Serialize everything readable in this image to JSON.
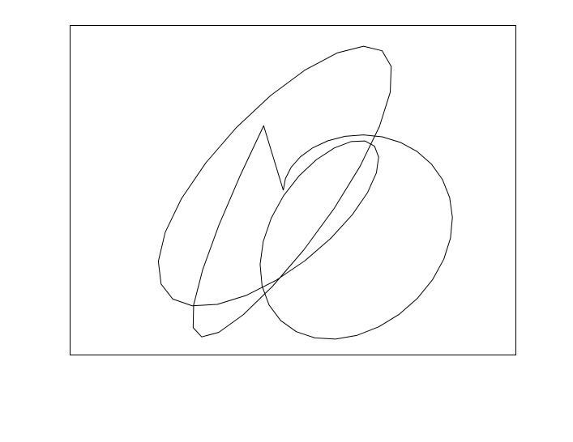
{
  "chart_data": {
    "type": "line",
    "title": "",
    "xlabel": "",
    "ylabel": "",
    "grid": false,
    "axes_visible": false,
    "frame": true,
    "legend": "none",
    "xlim": [
      -1.1,
      1.2
    ],
    "ylim": [
      -0.9,
      0.9
    ],
    "series": [
      {
        "name": "",
        "color": "#000000",
        "x": [
          0.0,
          0.0109,
          0.0406,
          0.0883,
          0.1524,
          0.2303,
          0.3186,
          0.4134,
          0.5101,
          0.6039,
          0.6901,
          0.764,
          0.8213,
          0.8584,
          0.8726,
          0.8626,
          0.8282,
          0.7707,
          0.6928,
          0.5985,
          0.4928,
          0.3811,
          0.2691,
          0.1625,
          0.0667,
          -0.0136,
          -0.0733,
          -0.1094,
          -0.1196,
          -0.1034,
          -0.0621,
          0.0009,
          0.0807,
          0.1706,
          0.2631,
          0.3494,
          0.4211,
          0.4707,
          0.4919,
          0.4806,
          0.4348,
          0.3553,
          0.2456,
          0.1118,
          -0.0378,
          -0.1923,
          -0.3404,
          -0.4702,
          -0.5702,
          -0.6307,
          -0.6447,
          -0.6091,
          -0.5252,
          -0.3991,
          -0.2413,
          -0.0654,
          0.1128,
          0.2777,
          0.4139,
          0.5096,
          0.5567,
          0.5518,
          0.4961,
          0.3959,
          0.2612,
          0.1053,
          -0.0563,
          -0.2072,
          -0.3326,
          -0.421,
          -0.4651,
          -0.4625,
          -0.416,
          -0.3328,
          -0.2235,
          -0.1013,
          0.0
        ],
        "y": [
          0.0,
          0.0637,
          0.1256,
          0.1828,
          0.2321,
          0.2704,
          0.2947,
          0.3025,
          0.2918,
          0.2616,
          0.2118,
          0.1434,
          0.0585,
          -0.0399,
          -0.148,
          -0.2618,
          -0.3767,
          -0.4878,
          -0.5896,
          -0.6773,
          -0.7462,
          -0.7926,
          -0.8133,
          -0.8067,
          -0.7725,
          -0.7118,
          -0.6274,
          -0.5234,
          -0.4052,
          -0.2791,
          -0.152,
          -0.0307,
          0.0779,
          0.1669,
          0.2308,
          0.2657,
          0.2693,
          0.2407,
          0.1815,
          0.0953,
          -0.0126,
          -0.1347,
          -0.2621,
          -0.3848,
          -0.4925,
          -0.5751,
          -0.6236,
          -0.6313,
          -0.5944,
          -0.5123,
          -0.3882,
          -0.2292,
          -0.0454,
          0.1506,
          0.3435,
          0.5174,
          0.6572,
          0.7501,
          0.7867,
          0.7621,
          0.6766,
          0.5353,
          0.3484,
          0.1302,
          -0.1016,
          -0.3267,
          -0.5257,
          -0.6806,
          -0.7761,
          -0.8013,
          -0.7508,
          -0.6258,
          -0.4344,
          -0.1923,
          0.0779,
          0.3522,
          0.0
        ]
      }
    ]
  }
}
